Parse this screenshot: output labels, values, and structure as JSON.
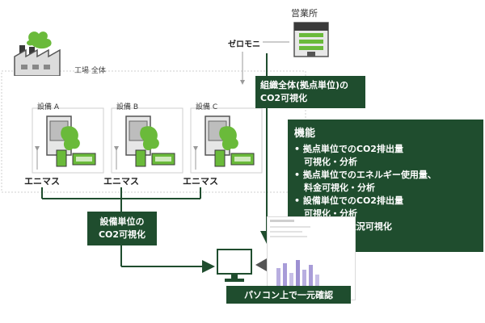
{
  "site": {
    "label": "工場 全体"
  },
  "office": {
    "label": "営業所"
  },
  "zeromoni": {
    "label": "ゼロモニ"
  },
  "equipment": [
    {
      "label": "設備 A",
      "meter_label": "エニマス"
    },
    {
      "label": "設備 B",
      "meter_label": "エニマス"
    },
    {
      "label": "設備 C",
      "meter_label": "エニマス"
    }
  ],
  "org_box": {
    "line1": "組織全体(拠点単位)の",
    "line2": "CO2可視化"
  },
  "features": {
    "title": "機能",
    "items": [
      {
        "line1": "拠点単位でのCO2排出量",
        "line2": "可視化・分析"
      },
      {
        "line1": "拠点単位でのエネルギー使用量、",
        "line2": "料金可視化・分析"
      },
      {
        "line1": "設備単位でのCO2排出量",
        "line2": "可視化・分析"
      },
      {
        "line1": "設備の稼働状況可視化",
        "line2": ""
      }
    ]
  },
  "equipment_box": {
    "line1": "設備単位の",
    "line2": "CO2可視化"
  },
  "pc_label": "パソコン上で一元確認",
  "colors": {
    "dark_green": "#1f4d2e",
    "accent_green": "#6aba3a",
    "gray": "#9a9a9a",
    "light_gray": "#cfcfcf"
  }
}
